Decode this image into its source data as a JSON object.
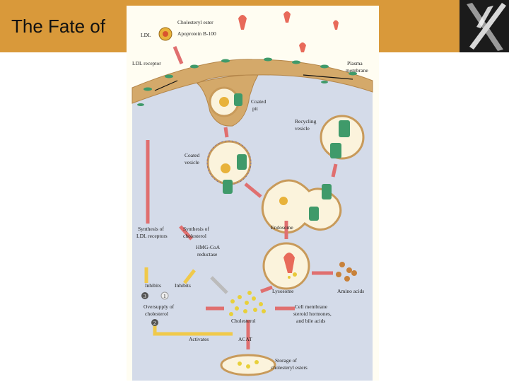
{
  "slide": {
    "title": "The Fate of",
    "colors": {
      "header": "#d9993a",
      "logo_bg": "#1b1b1b",
      "arrow": "#e06f6f",
      "cytoplasm": "#d3d9e8",
      "membrane": "#d4a96a"
    }
  },
  "figure": {
    "labels": {
      "cholesteryl_ester": "Cholesteryl ester",
      "apoprotein": "Apoprotein B-100",
      "ldl": "LDL",
      "ldl_receptor": "LDL receptor",
      "plasma_membrane_1": "Plasma",
      "plasma_membrane_2": "membrane",
      "coated_pit_1": "Coated",
      "coated_pit_2": "pit",
      "recycling_vesicle_1": "Recycling",
      "recycling_vesicle_2": "vesicle",
      "coated_vesicle_1": "Coated",
      "coated_vesicle_2": "vesicle",
      "synthesis_receptors_1": "Synthesis of",
      "synthesis_receptors_2": "LDL receptors",
      "synthesis_cholesterol_1": "Synthesis of",
      "synthesis_cholesterol_2": "cholesterol",
      "endosome": "Endosome",
      "hmg_1": "HMG-CoA",
      "hmg_2": "reductase",
      "inhibits_left": "Inhibits",
      "inhibits_right": "Inhibits",
      "lysosome": "Lysosome",
      "amino_acids": "Amino acids",
      "step_3": "3",
      "step_1": "1",
      "step_2": "2",
      "oversupply_1": "Oversupply of",
      "oversupply_2": "cholesterol",
      "cell_membrane_1": "Cell membrane",
      "cell_membrane_2": "steroid hormones,",
      "cell_membrane_3": "and bile acids",
      "cholesterol": "Cholesterol",
      "activates": "Activates",
      "acat": "ACAT",
      "storage_1": "Storage of",
      "storage_2": "cholesteryl esters"
    }
  }
}
